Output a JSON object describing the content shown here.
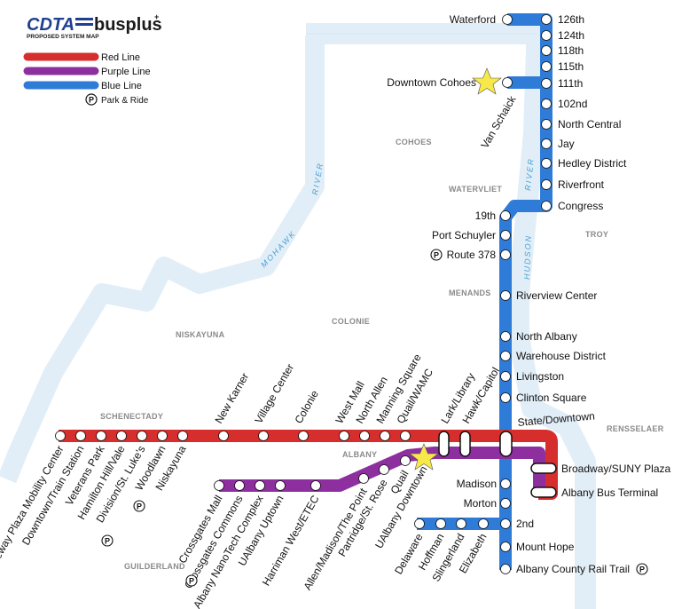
{
  "logo": {
    "brand": "CDTA",
    "product": "busplus",
    "plus": "+",
    "subtitle": "PROPOSED SYSTEM MAP"
  },
  "legend": {
    "red": {
      "label": "Red Line",
      "color": "#d62d2d"
    },
    "purple": {
      "label": "Purple Line",
      "color": "#8e2fa0"
    },
    "blue": {
      "label": "Blue Line",
      "color": "#2f7bd8"
    },
    "park_ride": {
      "symbol": "P",
      "label": "Park & Ride"
    }
  },
  "areas": [
    "COHOES",
    "WATERVLIET",
    "TROY",
    "MENANDS",
    "COLONIE",
    "NISKAYUNA",
    "SCHENECTADY",
    "ALBANY",
    "RENSSELAER",
    "GUILDERLAND"
  ],
  "rivers": {
    "mohawk": "MOHAWK",
    "river1": "RIVER",
    "hudson": "HUDSON",
    "river2": "RIVER"
  },
  "blue_line_stations": {
    "waterford": "Waterford",
    "s126": "126th",
    "s124": "124th",
    "s118": "118th",
    "s115": "115th",
    "s111": "111th",
    "downtown_cohoes": "Downtown Cohoes",
    "van_schaick": "Van Schaick",
    "s102": "102nd",
    "north_central": "North Central",
    "jay": "Jay",
    "hedley": "Hedley District",
    "riverfront": "Riverfront",
    "congress": "Congress",
    "s19": "19th",
    "port_schuyler": "Port Schuyler",
    "route378": "Route 378",
    "riverview": "Riverview Center",
    "north_albany": "North Albany",
    "warehouse": "Warehouse District",
    "livingston": "Livingston",
    "clinton": "Clinton Square",
    "state": "State/Downtown",
    "madison": "Madison",
    "morton": "Morton",
    "second": "2nd",
    "mount_hope": "Mount Hope",
    "rail_trail": "Albany County Rail Trail",
    "delaware": "Delaware",
    "hoffman": "Hoffman",
    "slingerland": "Slingerland",
    "elizabeth": "Elizabeth"
  },
  "red_line_stations": {
    "gateway": "Gateway Plaza Mobility Center",
    "downtown_train": "Downtown/Train Station",
    "veterans": "Veterans Park",
    "hamilton": "Hamilton Hill/Vale",
    "division": "Division/St. Luke's",
    "woodlawn": "Woodlawn",
    "niskayuna": "Niskayuna",
    "new_karner": "New Karner",
    "village_center": "Village Center",
    "colonie": "Colonie",
    "west_mall": "West Mall",
    "north_allen": "North Allen",
    "manning": "Manning Square",
    "quail_wamc": "Quail/WAMC",
    "lark": "Lark/Library",
    "hawk": "Hawk/Capitol",
    "broadway": "Broadway/SUNY Plaza",
    "bus_terminal": "Albany Bus Terminal"
  },
  "purple_line_stations": {
    "crossgates_mall": "Crossgates Mall",
    "crossgates_commons": "Crossgates Commons",
    "nanotech": "Albany NanoTech Complex",
    "ualbany_uptown": "UAlbany Uptown",
    "harriman": "Harriman West/ETEC",
    "allen_madison": "Allen/Madison/The Point",
    "partridge": "Partridge/St. Rose",
    "quail": "Quail",
    "ualbany_downtown": "UAlbany Downtown"
  }
}
